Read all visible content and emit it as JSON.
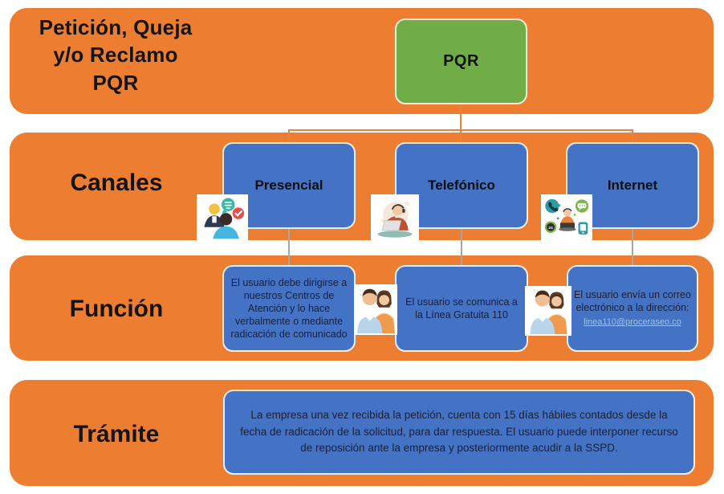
{
  "diagram": {
    "title_line1": "Petición, Queja",
    "title_line2": "y/o Reclamo",
    "title_line3": "PQR",
    "root": {
      "label": "PQR"
    },
    "row_labels": {
      "canales": "Canales",
      "funcion": "Función",
      "tramite": "Trámite"
    },
    "channels": [
      {
        "label": "Presencial",
        "icon": "people-talking-icon"
      },
      {
        "label": "Telefónico",
        "icon": "call-center-agent-icon"
      },
      {
        "label": "Internet",
        "icon": "online-support-icon"
      }
    ],
    "functions": [
      {
        "text": "El usuario debe dirigirse a nuestros Centros de Atención y lo hace verbalmente o mediante radicación de comunicado"
      },
      {
        "text": "El usuario se comunica a la Línea Gratuita 110"
      },
      {
        "text": "El usuario envía un correo electrónico a la dirección:",
        "link": "linea110@proceraseo.co"
      }
    ],
    "tramite_text": "La empresa una vez recibida la petición, cuenta con 15 días hábiles contados desde la fecha de radicación de la solicitud, para dar respuesta. El usuario puede interponer recurso de reposición  ante la empresa y posteriormente acudir a la SSPD.",
    "decorative_icons": [
      "users-pair-icon",
      "users-pair-icon"
    ],
    "colors": {
      "band_orange": "#ED7D31",
      "box_blue": "#4472C4",
      "box_green": "#70AD47",
      "connector_orange": "#E8823C",
      "connector_gray": "#A6A6A6",
      "link_blue": "#9DC3E6"
    }
  }
}
